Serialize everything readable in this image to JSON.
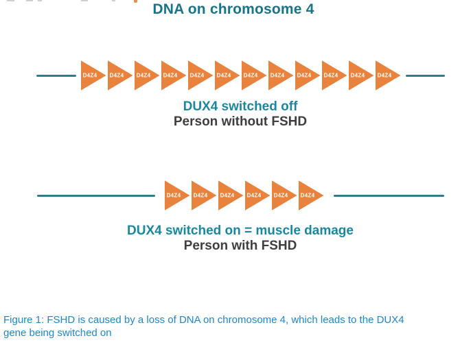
{
  "title": "DNA on chromosome 4",
  "rows": [
    {
      "repeat_label": "D4Z4",
      "repeat_count": 12,
      "caption_primary": "DUX4 switched off",
      "caption_secondary": "Person without FSHD"
    },
    {
      "repeat_label": "D4Z4",
      "repeat_count": 6,
      "caption_primary": "DUX4 switched on = muscle damage",
      "caption_secondary": "Person with FSHD"
    }
  ],
  "figure_caption": {
    "line1": "Figure 1: FSHD is caused by a loss of DNA on chromosome 4, which leads to the DUX4",
    "line2": "gene being switched on"
  },
  "colors": {
    "accent_teal": "#17748A",
    "label_teal": "#1A87A0",
    "dark_text": "#3E3D40",
    "arrow_orange": "#E8823C",
    "line_teal": "#2C7E8F",
    "caption_blue": "#1D86CC"
  }
}
